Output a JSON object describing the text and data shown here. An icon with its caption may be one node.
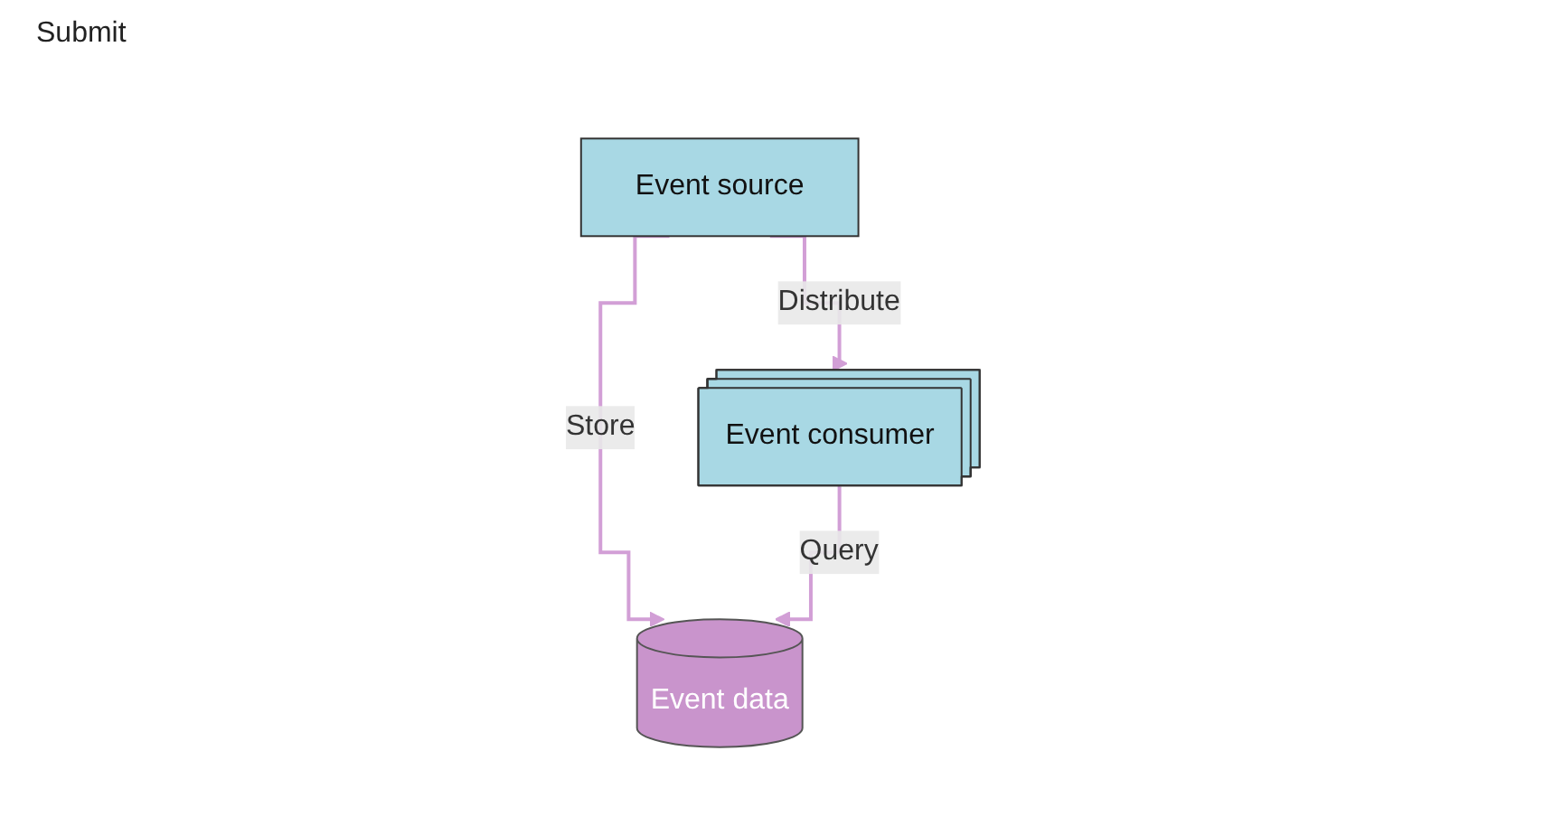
{
  "diagram": {
    "nodes": [
      {
        "text": [
          "Event source"
        ]
      },
      {
        "text": [
          "Event consumer"
        ]
      },
      {
        "text": [
          "Event data"
        ]
      }
    ],
    "edges": [
      {
        "from": 0,
        "to": 1,
        "arrow": "to",
        "label": "Distribute"
      },
      {
        "from": 0,
        "to": 2,
        "arrow": "to",
        "label": "Store"
      },
      {
        "from": 1,
        "to": 2,
        "arrow": "to",
        "label": "Query"
      }
    ],
    "labels": [
      "Submit"
    ]
  }
}
